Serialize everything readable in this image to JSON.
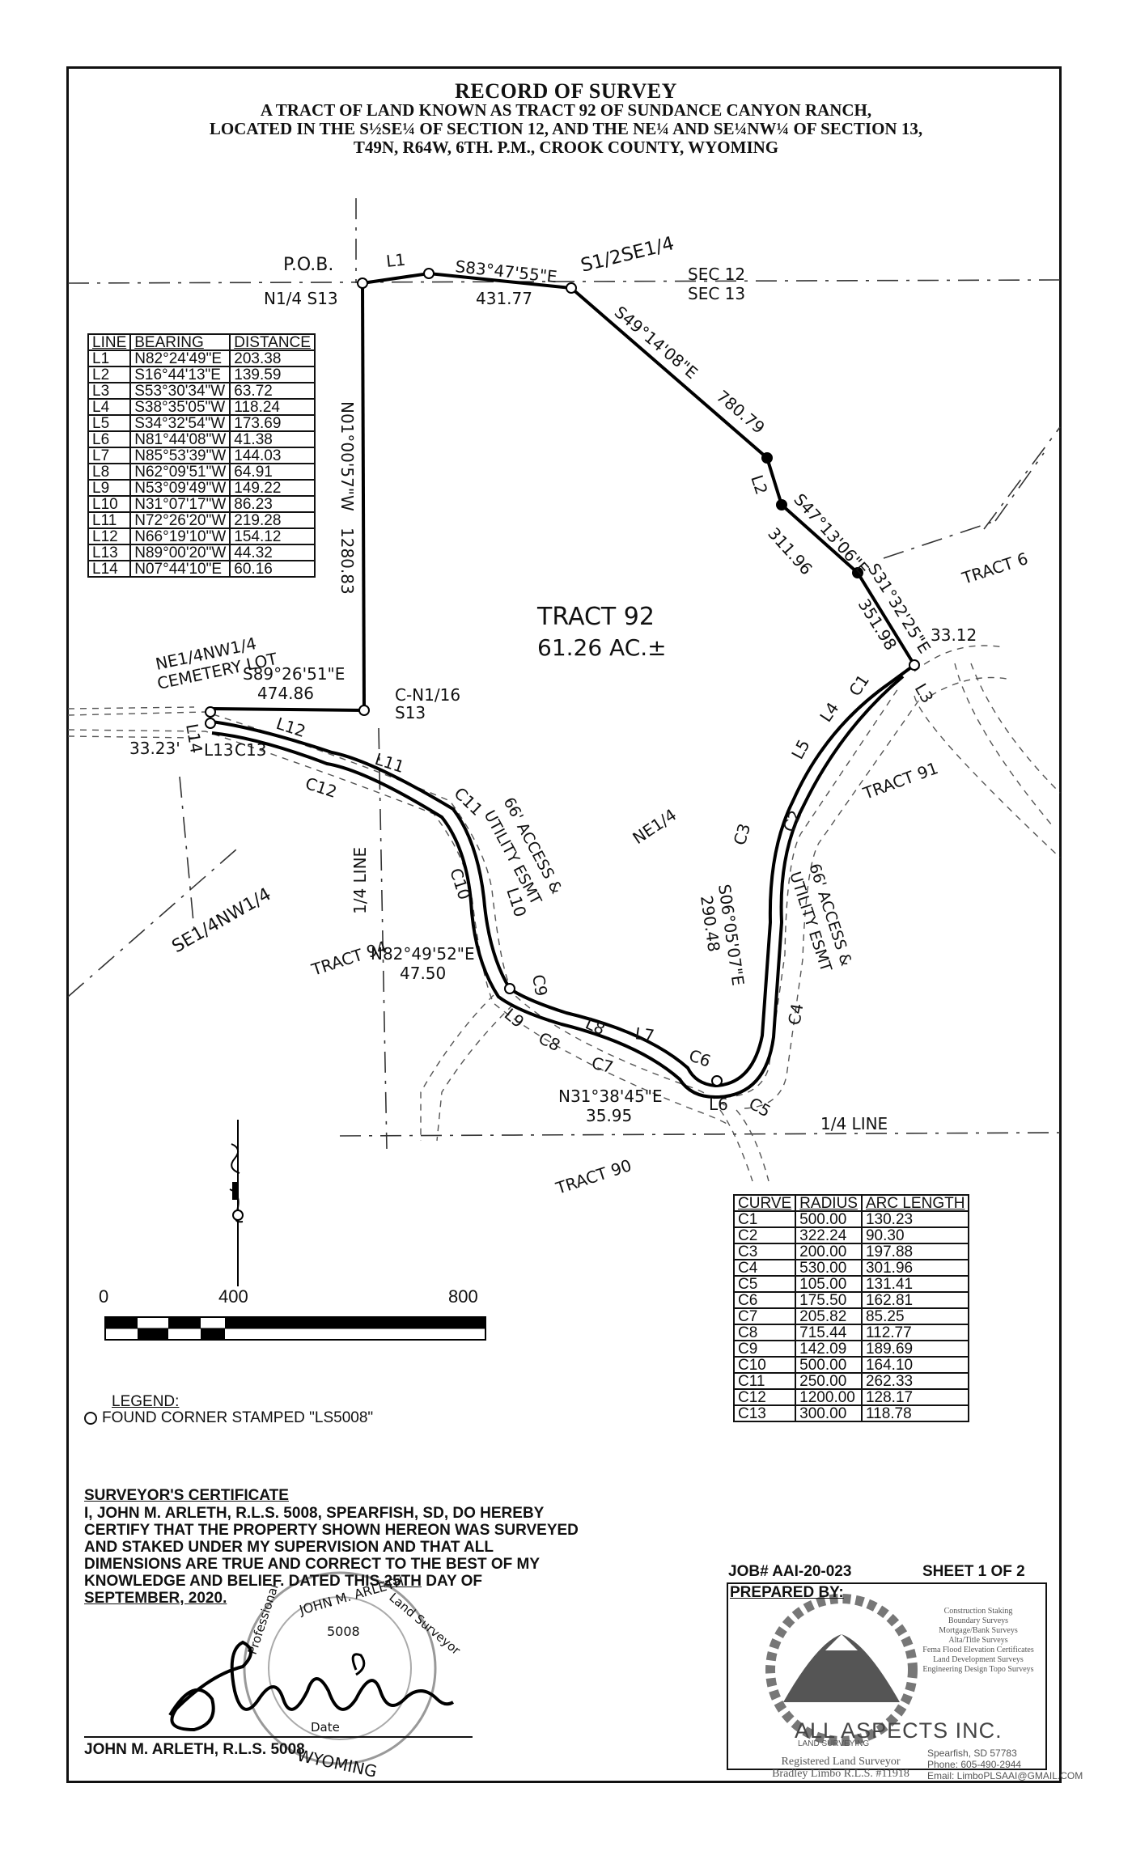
{
  "title": {
    "line1": "RECORD OF SURVEY",
    "line2": "A TRACT OF LAND KNOWN AS TRACT 92 OF SUNDANCE CANYON RANCH,",
    "line3": "LOCATED IN THE S½SE¼ OF SECTION 12, AND THE NE¼ AND SE¼NW¼ OF SECTION 13,",
    "line4": "T49N, R64W, 6TH. P.M., CROOK COUNTY, WYOMING"
  },
  "plat": {
    "pob": "P.O.B.",
    "n14_s13": "N1/4 S13",
    "l1": "L1",
    "bearing_top": "S83°47'55\"E",
    "dist_top": "431.77",
    "s12se14": "S1/2SE1/4",
    "sec12": "SEC 12",
    "sec13": "SEC 13",
    "bearing_ne": "S49°14'08\"E",
    "dist_ne": "780.79",
    "l2": "L2",
    "bearing_2": "S47°13'06\"E",
    "dist_2": "311.96",
    "bearing_3": "S31°32'25\"E",
    "dist_3": "351.98",
    "tract6": "TRACT 6",
    "val_3312": "33.12",
    "bearing_west": "N01°00'57\"W",
    "dist_west": "1280.83",
    "tract92": "TRACT 92",
    "acres": "61.26 AC.±",
    "cemetery1": "NE1/4NW1/4",
    "cemetery2": "CEMETERY LOT",
    "bearing_s": "S89°26'51\"E",
    "dist_s": "474.86",
    "cn116": "C-N1/16",
    "s13": "S13",
    "l14": "L14",
    "val_3323": "33.23'",
    "l13": "L13",
    "c13": "C13",
    "l12": "L12",
    "c12": "C12",
    "l11": "L11",
    "c11": "C11",
    "esmt_a1": "66' ACCESS &",
    "esmt_a2": "UTILITY ESMT",
    "l10": "L10",
    "c10": "C10",
    "quarter_line_v": "1/4 LINE",
    "ne14": "NE1/4",
    "se14nw14": "SE1/4NW1/4",
    "tract94": "TRACT 94",
    "bearing_mid": "N82°49'52\"E",
    "dist_mid": "47.50",
    "c9": "C9",
    "l9": "L9",
    "c8": "C8",
    "l8": "L8",
    "l7": "L7",
    "c7": "C7",
    "c6": "C6",
    "bearing_bot": "N31°38'45\"E",
    "dist_bot": "35.95",
    "l6": "L6",
    "c5": "C5",
    "quarter_line_h": "1/4 LINE",
    "tract90": "TRACT 90",
    "tract91": "TRACT 91",
    "c1": "C1",
    "l4": "L4",
    "l3": "L3",
    "l5": "L5",
    "c2": "C2",
    "c3": "C3",
    "c4": "C4",
    "bearing_east": "S06°05'07\"E",
    "dist_east": "290.48",
    "esmt_b1": "66' ACCESS &",
    "esmt_b2": "UTILITY ESMT"
  },
  "line_table": {
    "headers": [
      "LINE",
      "BEARING",
      "DISTANCE"
    ],
    "rows": [
      [
        "L1",
        "N82°24'49\"E",
        "203.38"
      ],
      [
        "L2",
        "S16°44'13\"E",
        "139.59"
      ],
      [
        "L3",
        "S53°30'34\"W",
        "63.72"
      ],
      [
        "L4",
        "S38°35'05\"W",
        "118.24"
      ],
      [
        "L5",
        "S34°32'54\"W",
        "173.69"
      ],
      [
        "L6",
        "N81°44'08\"W",
        "41.38"
      ],
      [
        "L7",
        "N85°53'39\"W",
        "144.03"
      ],
      [
        "L8",
        "N62°09'51\"W",
        "64.91"
      ],
      [
        "L9",
        "N53°09'49\"W",
        "149.22"
      ],
      [
        "L10",
        "N31°07'17\"W",
        "86.23"
      ],
      [
        "L11",
        "N72°26'20\"W",
        "219.28"
      ],
      [
        "L12",
        "N66°19'10\"W",
        "154.12"
      ],
      [
        "L13",
        "N89°00'20\"W",
        "44.32"
      ],
      [
        "L14",
        "N07°44'10\"E",
        "60.16"
      ]
    ]
  },
  "curve_table": {
    "headers": [
      "CURVE",
      "RADIUS",
      "ARC LENGTH"
    ],
    "rows": [
      [
        "C1",
        "500.00",
        "130.23"
      ],
      [
        "C2",
        "322.24",
        "90.30"
      ],
      [
        "C3",
        "200.00",
        "197.88"
      ],
      [
        "C4",
        "530.00",
        "301.96"
      ],
      [
        "C5",
        "105.00",
        "131.41"
      ],
      [
        "C6",
        "175.50",
        "162.81"
      ],
      [
        "C7",
        "205.82",
        "85.25"
      ],
      [
        "C8",
        "715.44",
        "112.77"
      ],
      [
        "C9",
        "142.09",
        "189.69"
      ],
      [
        "C10",
        "500.00",
        "164.10"
      ],
      [
        "C11",
        "250.00",
        "262.33"
      ],
      [
        "C12",
        "1200.00",
        "128.17"
      ],
      [
        "C13",
        "300.00",
        "118.78"
      ]
    ]
  },
  "scale": {
    "zero": "0",
    "mid": "400",
    "max": "800"
  },
  "legend": {
    "title": "LEGEND:",
    "item": "FOUND CORNER STAMPED \"LS5008\""
  },
  "certificate": {
    "title": "SURVEYOR'S CERTIFICATE",
    "body": "I, JOHN M. ARLETH, R.L.S. 5008, SPEARFISH, SD, DO HEREBY CERTIFY THAT THE PROPERTY SHOWN HEREON WAS SURVEYED AND STAKED UNDER MY SUPERVISION AND THAT ALL DIMENSIONS ARE TRUE AND CORRECT TO THE BEST OF MY KNOWLEDGE AND BELIEF. DATED THIS",
    "day": "25TH",
    "day_of": "DAY OF",
    "month_year": "SEPTEMBER, 2020.",
    "signer": "JOHN M. ARLETH, R.L.S. 5008"
  },
  "seal": {
    "top": "JOHN M. ARLETH",
    "number": "5008",
    "bottom": "WYOMING",
    "left": "Professional",
    "right": "Land Surveyor",
    "date": "Date"
  },
  "job": {
    "number": "JOB# AAI-20-023",
    "sheet": "SHEET 1 OF 2"
  },
  "preparer": {
    "title": "PREPARED BY:",
    "services": [
      "Construction Staking",
      "Boundary Surveys",
      "Mortgage/Bank Surveys",
      "Alta/Title Surveys",
      "Fema Flood Elevation Certificates",
      "Land Development Surveys",
      "Engineering Design Topo Surveys"
    ],
    "company": "ALL ASPECTS INC.",
    "company_sub": "LAND SURVEYING",
    "reg_line1": "Registered Land Surveyor",
    "reg_line2": "Bradley Limbo R.L.S. #11918",
    "city": "Spearfish, SD 57783",
    "phone": "Phone: 605-490-2944",
    "email": "Email: LimboPLSAAI@GMAIL.COM"
  }
}
